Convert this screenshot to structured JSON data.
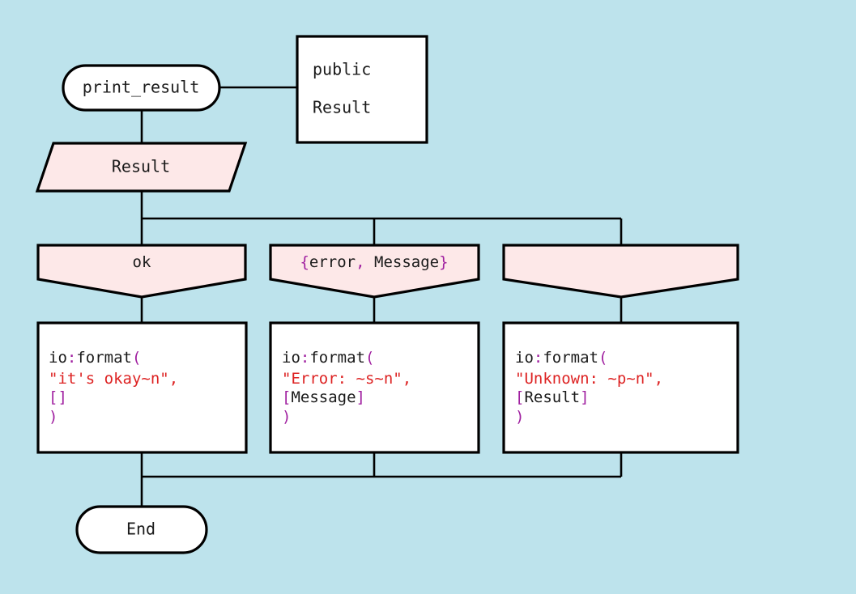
{
  "diagram": {
    "title": "print_result",
    "background_color": "#bde3ec",
    "node_fill_color": "#ffffff",
    "branch_fill_color": "#fde8e8",
    "stroke_color": "#000000",
    "syntax_colors": {
      "plain": "#1a1a1a",
      "punctuation": "#a020a0",
      "string": "#dd2222"
    },
    "start_node": {
      "label": "print_result"
    },
    "annotation_note": {
      "line1": "public",
      "line2": "Result"
    },
    "input_node": {
      "label": "Result"
    },
    "end_node": {
      "label": "End"
    },
    "branches": [
      {
        "id": "ok",
        "label_tokens": [
          {
            "text": "ok",
            "kind": "plain"
          }
        ],
        "code_lines": [
          [
            {
              "text": "io",
              "kind": "plain"
            },
            {
              "text": ":",
              "kind": "punct"
            },
            {
              "text": "format",
              "kind": "plain"
            },
            {
              "text": "(",
              "kind": "punct"
            }
          ],
          [
            {
              "text": "  ",
              "kind": "plain"
            },
            {
              "text": "\"it's okay~n\"",
              "kind": "string"
            },
            {
              "text": ",",
              "kind": "string"
            }
          ],
          [
            {
              "text": "  ",
              "kind": "plain"
            },
            {
              "text": "[]",
              "kind": "punct"
            }
          ],
          [
            {
              "text": ")",
              "kind": "punct"
            }
          ]
        ]
      },
      {
        "id": "error",
        "label_tokens": [
          {
            "text": "{",
            "kind": "punct"
          },
          {
            "text": "error",
            "kind": "plain"
          },
          {
            "text": ",",
            "kind": "punct"
          },
          {
            "text": " Message",
            "kind": "plain"
          },
          {
            "text": "}",
            "kind": "punct"
          }
        ],
        "code_lines": [
          [
            {
              "text": "io",
              "kind": "plain"
            },
            {
              "text": ":",
              "kind": "punct"
            },
            {
              "text": "format",
              "kind": "plain"
            },
            {
              "text": "(",
              "kind": "punct"
            }
          ],
          [
            {
              "text": "  ",
              "kind": "plain"
            },
            {
              "text": "\"Error: ~s~n\"",
              "kind": "string"
            },
            {
              "text": ",",
              "kind": "string"
            }
          ],
          [
            {
              "text": "  ",
              "kind": "plain"
            },
            {
              "text": "[",
              "kind": "punct"
            },
            {
              "text": "Message",
              "kind": "plain"
            },
            {
              "text": "]",
              "kind": "punct"
            }
          ],
          [
            {
              "text": ")",
              "kind": "punct"
            }
          ]
        ]
      },
      {
        "id": "wildcard",
        "label_tokens": [],
        "code_lines": [
          [
            {
              "text": "io",
              "kind": "plain"
            },
            {
              "text": ":",
              "kind": "punct"
            },
            {
              "text": "format",
              "kind": "plain"
            },
            {
              "text": "(",
              "kind": "punct"
            }
          ],
          [
            {
              "text": "  ",
              "kind": "plain"
            },
            {
              "text": "\"Unknown: ~p~n\"",
              "kind": "string"
            },
            {
              "text": ",",
              "kind": "string"
            }
          ],
          [
            {
              "text": "  ",
              "kind": "plain"
            },
            {
              "text": "[",
              "kind": "punct"
            },
            {
              "text": "Result",
              "kind": "plain"
            },
            {
              "text": "]",
              "kind": "punct"
            }
          ],
          [
            {
              "text": ")",
              "kind": "punct"
            }
          ]
        ]
      }
    ]
  }
}
